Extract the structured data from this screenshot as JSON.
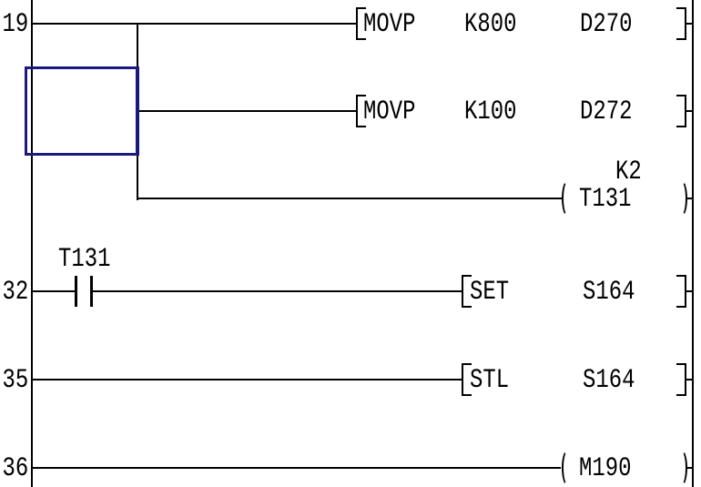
{
  "colors": {
    "selection": "#191980",
    "wire": "#000000",
    "text": "#000000",
    "background": "#ffffff"
  },
  "rungs": {
    "r1": {
      "step": "19",
      "op": "MOVP",
      "arg1": "K800",
      "arg2": "D270"
    },
    "r2": {
      "op": "MOVP",
      "arg1": "K100",
      "arg2": "D272"
    },
    "r3": {
      "preset": "K2",
      "coil": "T131"
    },
    "r4": {
      "step": "32",
      "contact": "T131",
      "op": "SET",
      "arg1": "S164"
    },
    "r5": {
      "step": "35",
      "op": "STL",
      "arg1": "S164"
    },
    "r6": {
      "step": "36",
      "coil": "M190"
    }
  }
}
